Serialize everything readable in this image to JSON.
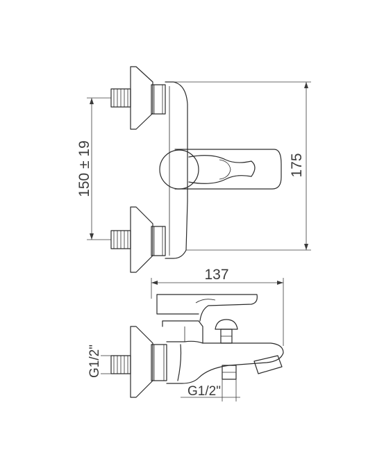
{
  "dimensions": {
    "center_distance": "150 ± 19",
    "height": "175",
    "width": "137",
    "inlet_thread": "G1/2\"",
    "outlet_thread": "G1/2\""
  }
}
